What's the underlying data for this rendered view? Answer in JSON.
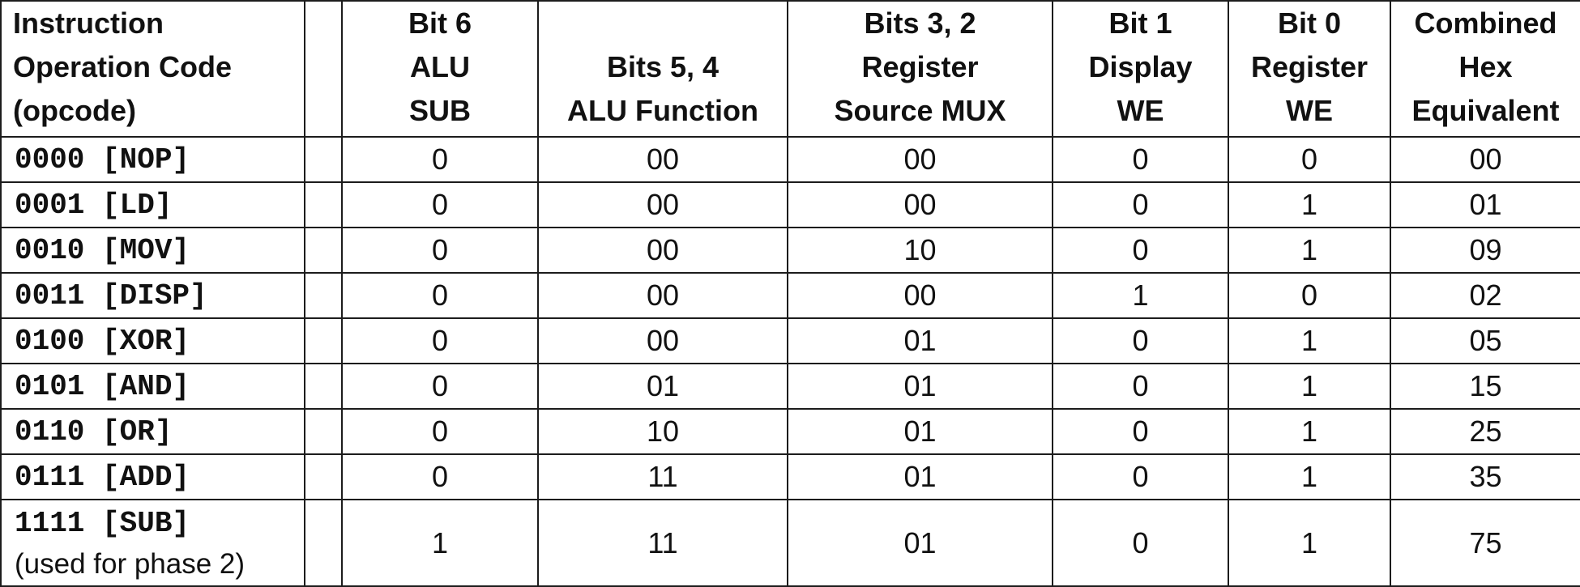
{
  "table": {
    "headers": {
      "opcode": [
        "Instruction",
        "Operation Code",
        "(opcode)"
      ],
      "spacer": "",
      "bit6": [
        "Bit 6",
        "ALU",
        "SUB"
      ],
      "bits54": [
        "Bits 5, 4",
        "ALU Function"
      ],
      "bits32": [
        "Bits 3, 2",
        "Register",
        "Source MUX"
      ],
      "bit1": [
        "Bit 1",
        "Display",
        "WE"
      ],
      "bit0": [
        "Bit 0",
        "Register",
        "WE"
      ],
      "hex": [
        "Combined",
        "Hex",
        "Equivalent"
      ]
    },
    "rows": [
      {
        "opcode": "0000 [NOP]",
        "bit6": "0",
        "bits54": "00",
        "bits32": "00",
        "bit1": "0",
        "bit0": "0",
        "hex": "00"
      },
      {
        "opcode": "0001 [LD]",
        "bit6": "0",
        "bits54": "00",
        "bits32": "00",
        "bit1": "0",
        "bit0": "1",
        "hex": "01"
      },
      {
        "opcode": "0010 [MOV]",
        "bit6": "0",
        "bits54": "00",
        "bits32": "10",
        "bit1": "0",
        "bit0": "1",
        "hex": "09"
      },
      {
        "opcode": "0011 [DISP]",
        "bit6": "0",
        "bits54": "00",
        "bits32": "00",
        "bit1": "1",
        "bit0": "0",
        "hex": "02"
      },
      {
        "opcode": "0100 [XOR]",
        "bit6": "0",
        "bits54": "00",
        "bits32": "01",
        "bit1": "0",
        "bit0": "1",
        "hex": "05"
      },
      {
        "opcode": "0101 [AND]",
        "bit6": "0",
        "bits54": "01",
        "bits32": "01",
        "bit1": "0",
        "bit0": "1",
        "hex": "15"
      },
      {
        "opcode": "0110 [OR]",
        "bit6": "0",
        "bits54": "10",
        "bits32": "01",
        "bit1": "0",
        "bit0": "1",
        "hex": "25"
      },
      {
        "opcode": "0111 [ADD]",
        "bit6": "0",
        "bits54": "11",
        "bits32": "01",
        "bit1": "0",
        "bit0": "1",
        "hex": "35"
      },
      {
        "opcode": "1111 [SUB]",
        "note": "(used for phase 2)",
        "bit6": "1",
        "bits54": "11",
        "bits32": "01",
        "bit1": "0",
        "bit0": "1",
        "hex": "75"
      }
    ]
  }
}
